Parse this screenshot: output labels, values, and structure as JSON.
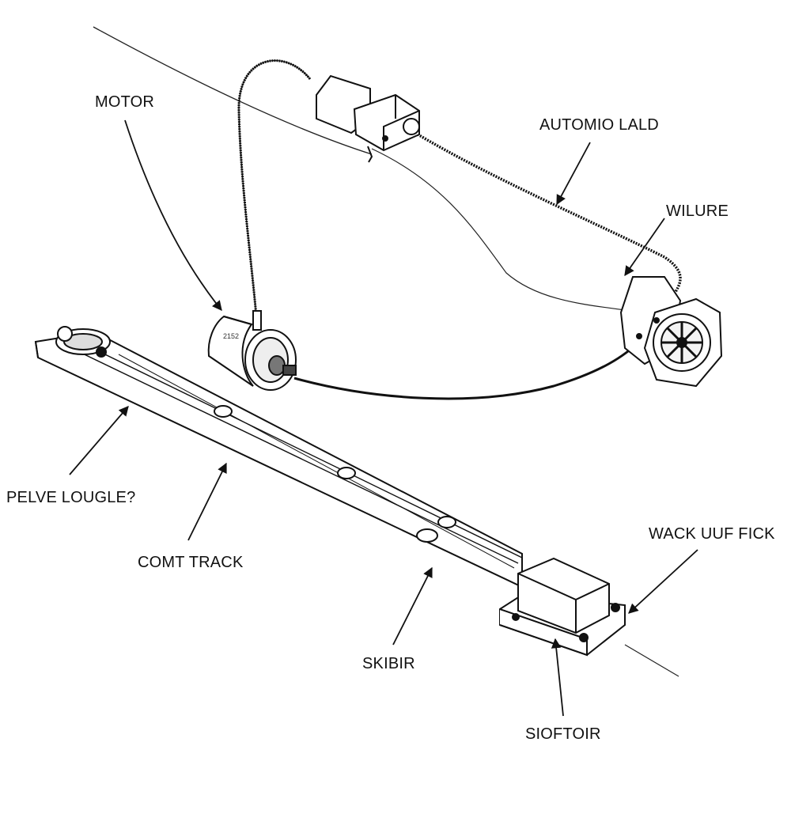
{
  "labels": {
    "motor": "MOTOR",
    "automio_lald": "AUTOMIO LALD",
    "wilure": "WILURE",
    "pelve_lougle": "PELVE LOUGLE?",
    "comt_track": "COMT TRACK",
    "wack_uuf_fick": "WACK UUF FICK",
    "skibir": "SKIBIR",
    "siodtoir": "SIOFTOIR"
  },
  "motor_marking": "2152",
  "colors": {
    "ink": "#111111",
    "background": "#ffffff"
  }
}
